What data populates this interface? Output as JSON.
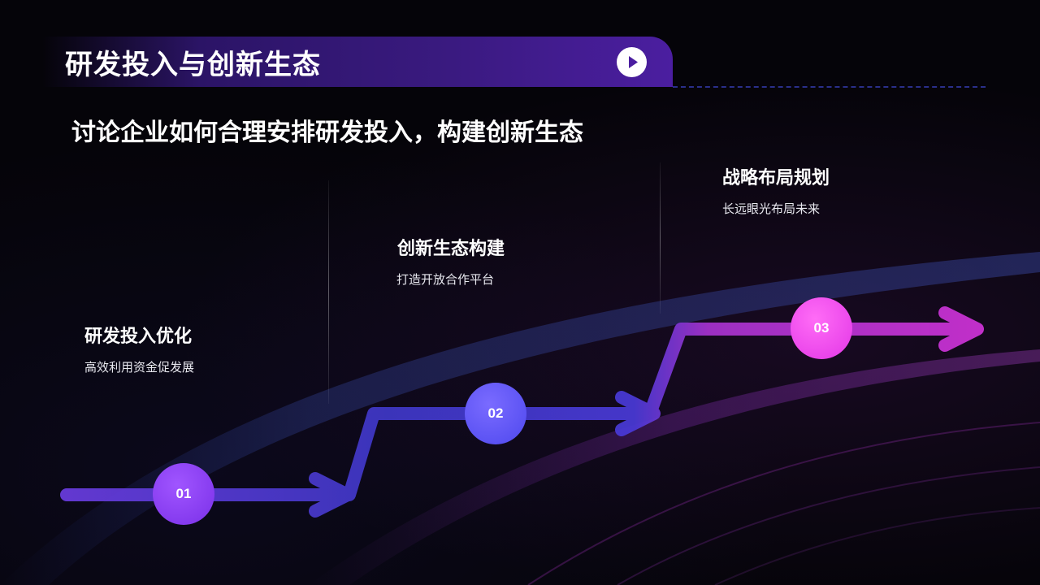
{
  "header": {
    "title": "研发投入与创新生态",
    "play_icon": "play-icon"
  },
  "subtitle": "讨论企业如何合理安排研发投入，构建创新生态",
  "steps": [
    {
      "number": "01",
      "title": "研发投入优化",
      "desc": "高效利用资金促发展",
      "color": "#8a3cf0"
    },
    {
      "number": "02",
      "title": "创新生态构建",
      "desc": "打造开放合作平台",
      "color": "#5a52f2"
    },
    {
      "number": "03",
      "title": "战略布局规划",
      "desc": "长远眼光布局未来",
      "color": "#e63ce8"
    }
  ],
  "colors": {
    "background": "#050409",
    "title_bar": "#3a1a80",
    "path_start": "#6a3ce0",
    "path_mid": "#3a36c8",
    "path_end": "#d033d8"
  }
}
